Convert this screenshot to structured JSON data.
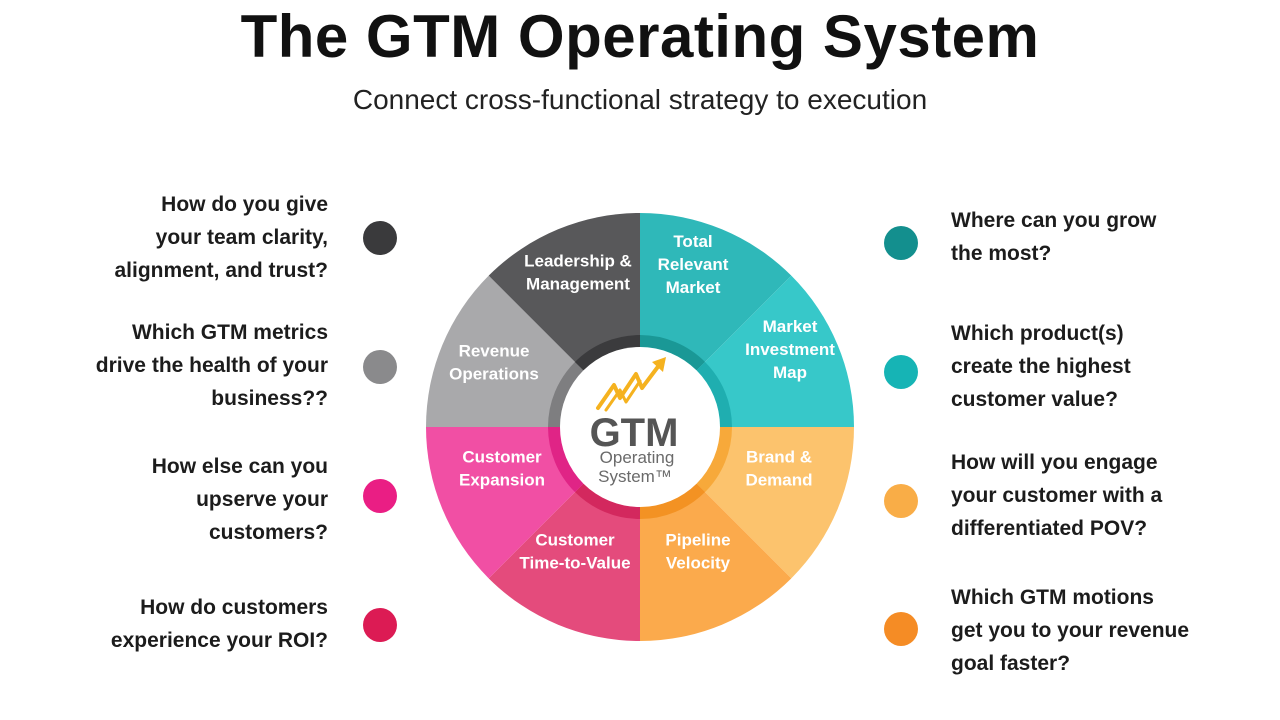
{
  "header": {
    "title": "The GTM Operating System",
    "subtitle": "Connect cross-functional strategy to execution"
  },
  "colors": {
    "dark_gray": "#3a3a3c",
    "mid_gray": "#8a8a8c",
    "pink": "#ea1e84",
    "crimson": "#dc1b54",
    "dark_teal": "#138f8e",
    "teal": "#16b4b5",
    "light_orange": "#f9ad47",
    "orange": "#f58c25"
  },
  "questions_left": [
    {
      "text": "How do you give \nyour team clarity,\nalignment, and trust?",
      "color": "#3a3a3c"
    },
    {
      "text": "Which GTM metrics\ndrive the health of your\nbusiness??",
      "color": "#8a8a8c"
    },
    {
      "text": "How else can you\nupserve your\ncustomers?",
      "color": "#ea1e84"
    },
    {
      "text": "How do customers\nexperience your ROI?",
      "color": "#dc1b54"
    }
  ],
  "questions_right": [
    {
      "text": "Where can you grow\nthe most?",
      "color": "#138f8e"
    },
    {
      "text": "Which product(s)\ncreate the highest\ncustomer value?",
      "color": "#16b4b5"
    },
    {
      "text": "How will you engage\nyour customer with a\ndifferentiated POV?",
      "color": "#f9ad47"
    },
    {
      "text": "Which GTM motions\nget you to your revenue\ngoal faster?",
      "color": "#f58c25"
    }
  ],
  "wheel": {
    "segments": [
      {
        "label": "Total\nRelevant\nMarket",
        "color": "#2fb8b9",
        "inner": "#1a9896"
      },
      {
        "label": "Market\nInvestment\nMap",
        "color": "#37c8c9",
        "inner": "#1faeb0"
      },
      {
        "label": "Brand &\nDemand",
        "color": "#fcc36d",
        "inner": "#f7a93a"
      },
      {
        "label": "Pipeline\nVelocity",
        "color": "#fbaa4c",
        "inner": "#f39223"
      },
      {
        "label": "Customer\nTime-to-Value",
        "color": "#e44b7c",
        "inner": "#d3285e"
      },
      {
        "label": "Customer\nExpansion",
        "color": "#f14fa4",
        "inner": "#e02486"
      },
      {
        "label": "Revenue\nOperations",
        "color": "#a9a9ab",
        "inner": "#7e7e80"
      },
      {
        "label": "Leadership &\nManagement",
        "color": "#58585a",
        "inner": "#3b3b3d"
      }
    ],
    "center": {
      "logo_big": "GTM",
      "logo_line1": "Operating",
      "logo_line2": "System™"
    }
  }
}
